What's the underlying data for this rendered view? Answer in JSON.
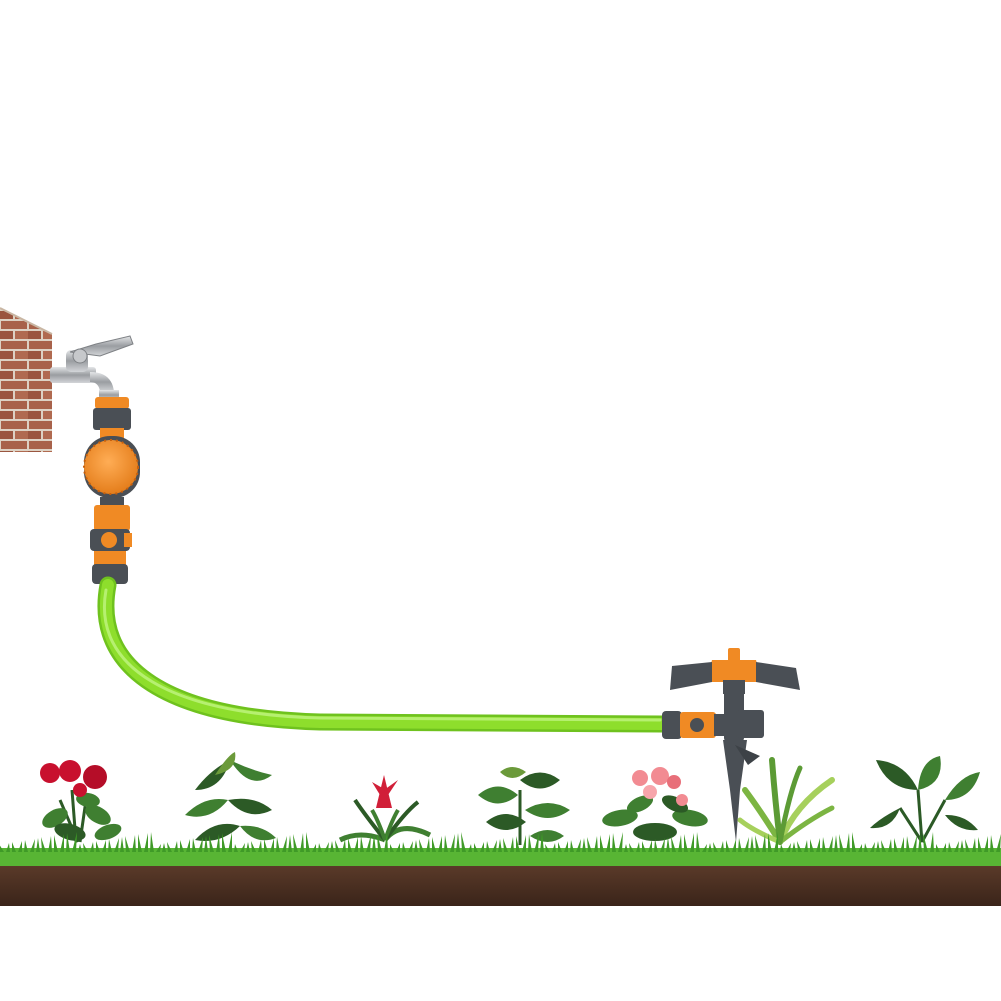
{
  "scene": {
    "objects": [
      "brick-wall",
      "water-faucet",
      "water-timer",
      "quick-connector",
      "garden-hose",
      "sprinkler-head",
      "sprinkler-spike",
      "rose-plant",
      "croton-plant",
      "bromeliad-plant",
      "ivy-plant",
      "azalea-plant",
      "dracaena-plant",
      "tropical-plant",
      "grass-strip",
      "soil-strip"
    ]
  },
  "colors": {
    "background": "#ffffff",
    "brick": "#a8624a",
    "mortar": "#ddd2c4",
    "metal": "#b9bcbf",
    "housing_grey": "#4a4f55",
    "accent_orange": "#f08a24",
    "hose_green": "#8ede2c",
    "hose_green_dark": "#6fc21e",
    "leaf_green": "#3f7f31",
    "leaf_dark": "#2c5a26",
    "grass": "#58b534",
    "soil": "#4a2f22",
    "rose_red": "#c8102e",
    "azalea_pink": "#f28b92",
    "bromeliad_red": "#d11f38"
  }
}
